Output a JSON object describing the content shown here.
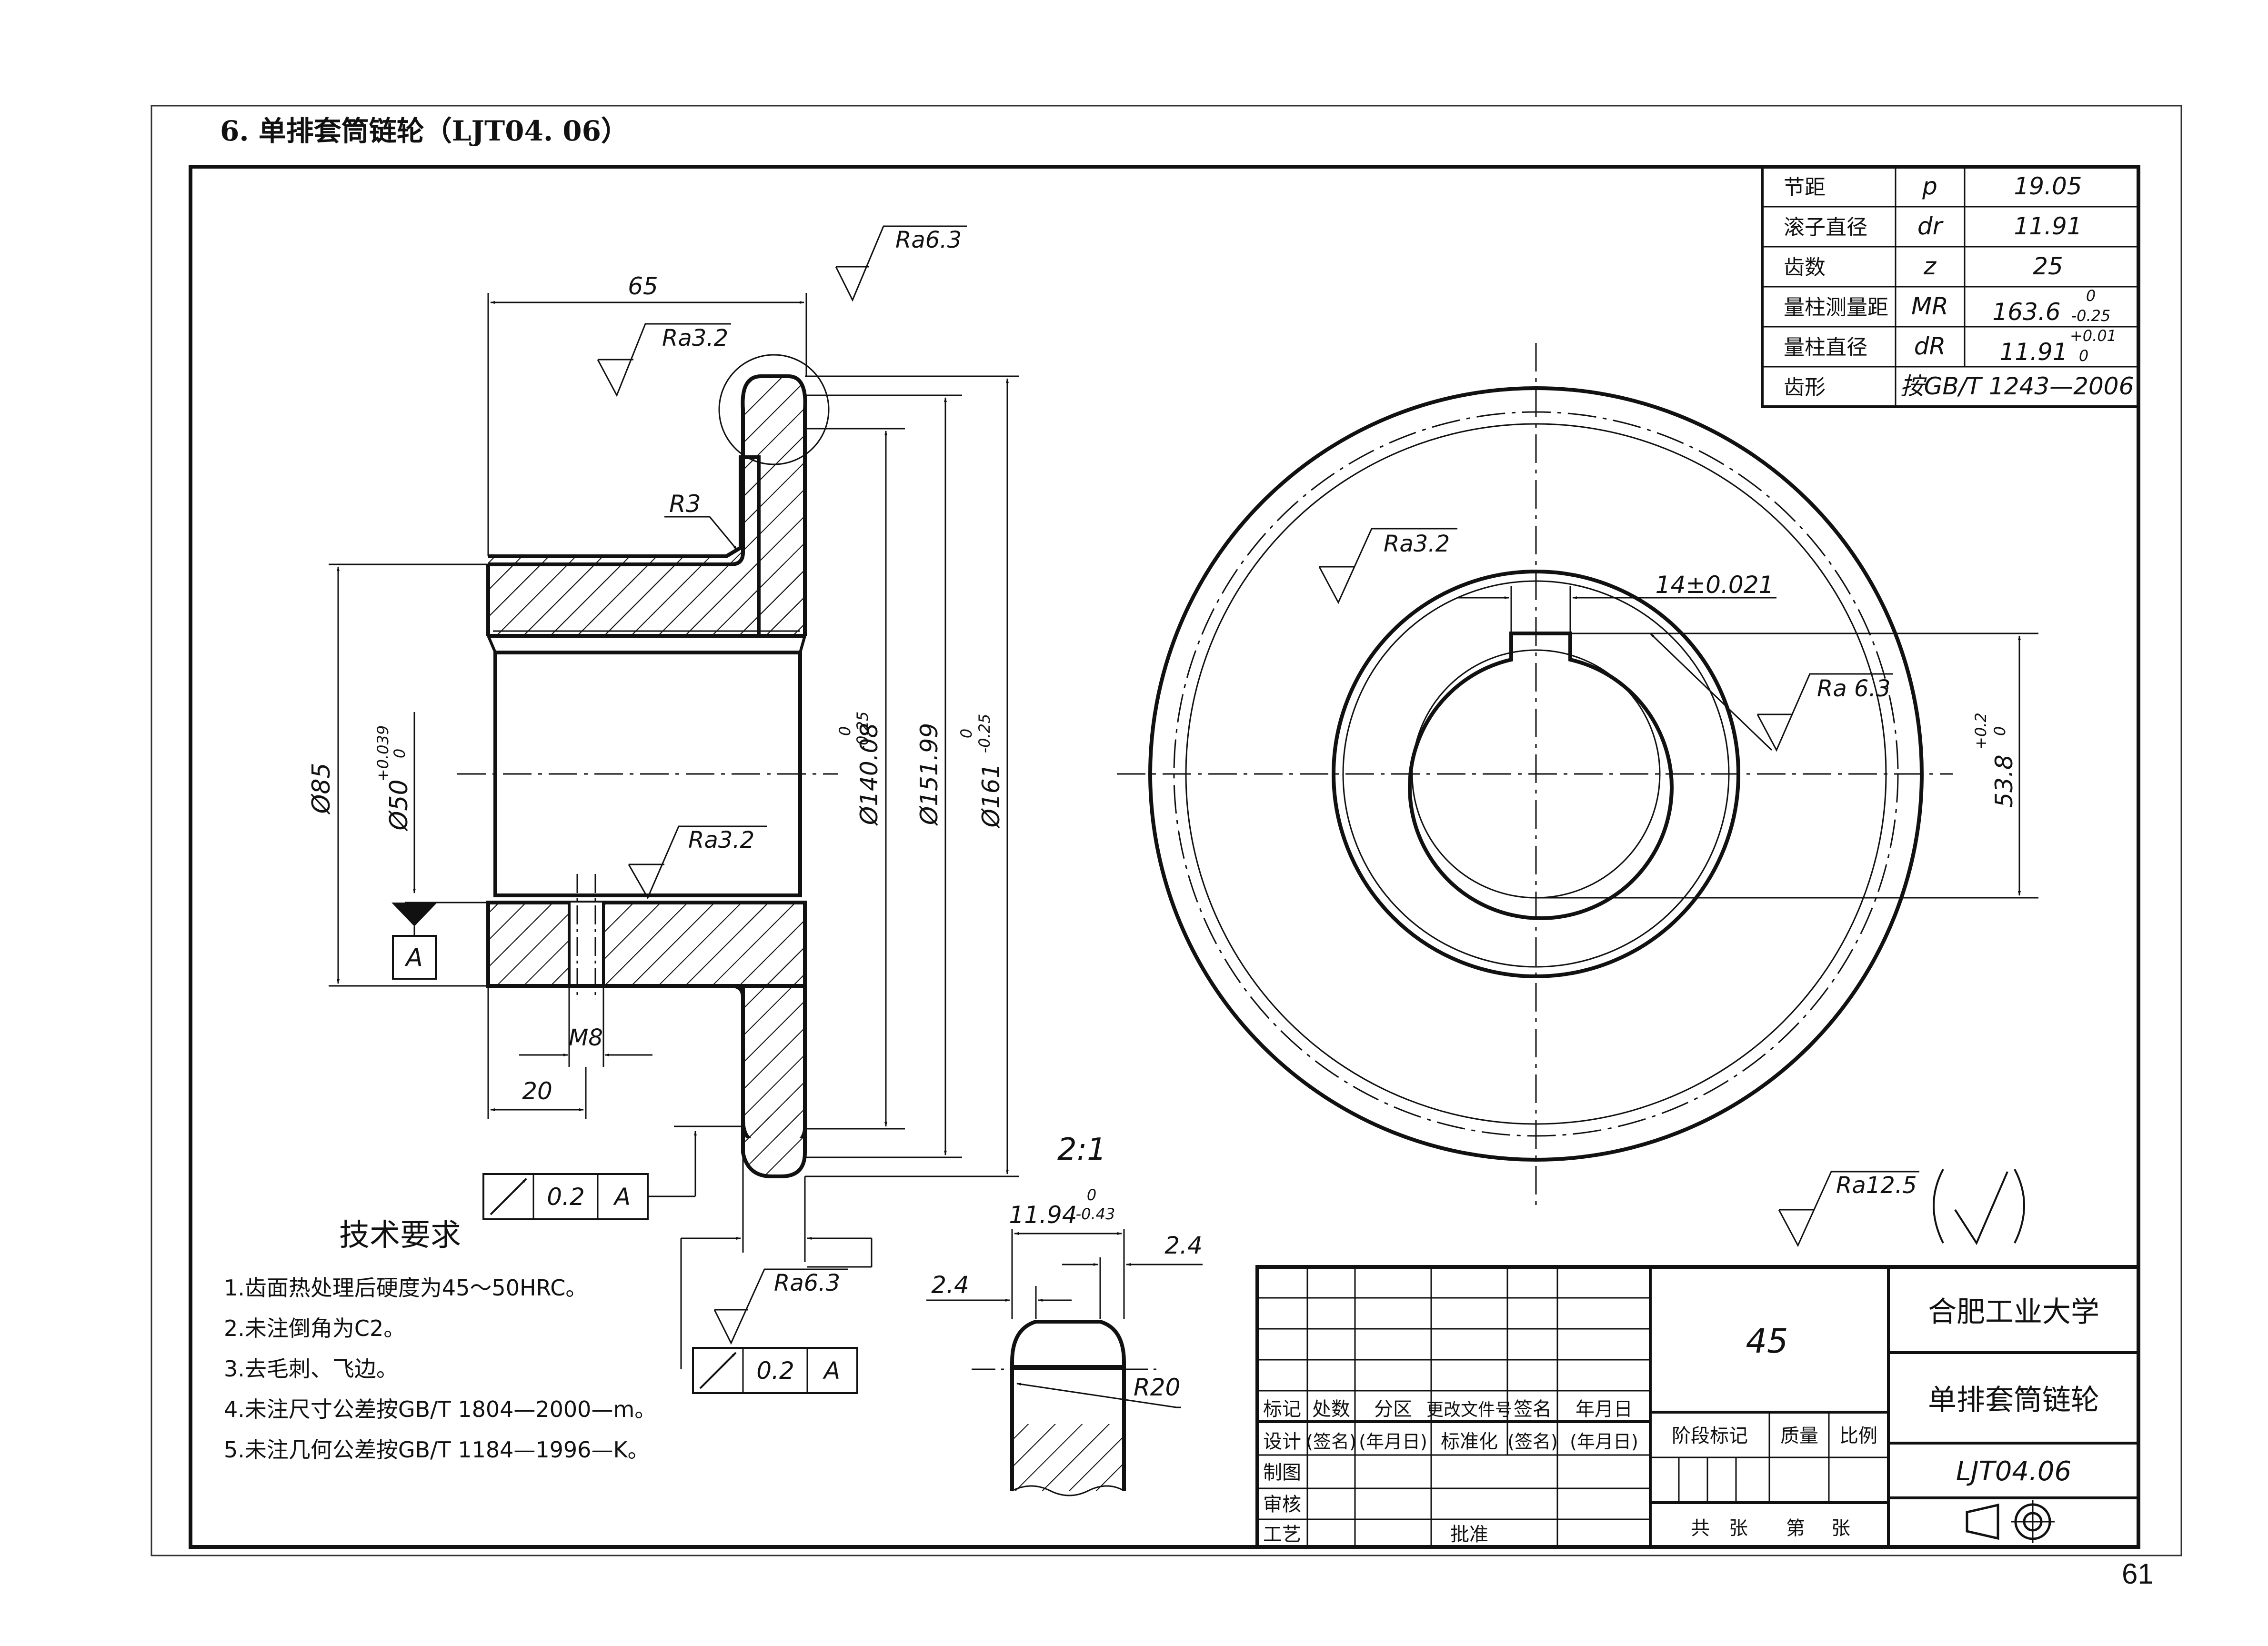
{
  "header": {
    "title": "6. 单排套筒链轮（LJT04. 06）",
    "page_number": "61"
  },
  "param_table": {
    "rows": [
      {
        "name": "节距",
        "symbol": "p",
        "value": "19.05",
        "tol_upper": "",
        "tol_lower": ""
      },
      {
        "name": "滚子直径",
        "symbol": "dr",
        "value": "11.91",
        "tol_upper": "",
        "tol_lower": ""
      },
      {
        "name": "齿数",
        "symbol": "z",
        "value": "25",
        "tol_upper": "",
        "tol_lower": ""
      },
      {
        "name": "量柱测量距",
        "symbol": "MR",
        "value": "163.6",
        "tol_upper": "0",
        "tol_lower": "-0.25"
      },
      {
        "name": "量柱直径",
        "symbol": "dR",
        "value": "11.91",
        "tol_upper": "+0.01",
        "tol_lower": "0"
      },
      {
        "name": "齿形",
        "symbol": "按GB/T 1243—2006",
        "value": "",
        "tol_upper": "",
        "tol_lower": ""
      }
    ]
  },
  "section_view": {
    "dims": {
      "d65": "65",
      "d85": "Ø85",
      "d50": "Ø50",
      "d50_tol_upper": "+0.039",
      "d50_tol_lower": "0",
      "d140": "Ø140.08",
      "d140_tol_upper": "0",
      "d140_tol_lower": "-0.25",
      "d151": "Ø151.99",
      "d161": "Ø161",
      "d161_tol_upper": "0",
      "d161_tol_lower": "-0.25",
      "r3": "R3",
      "m8": "M8",
      "d20": "20"
    },
    "roughness": {
      "top": "Ra6.3",
      "tooth": "Ra3.2",
      "bore": "Ra3.2",
      "bottom": "Ra6.3"
    },
    "datum": "A",
    "runout1": {
      "value": "0.2",
      "datum": "A"
    },
    "runout2": {
      "value": "0.2",
      "datum": "A"
    }
  },
  "front_view": {
    "keyway": "14±0.021",
    "keyway_depth": "53.8",
    "keyway_depth_tol_upper": "+0.2",
    "keyway_depth_tol_lower": "0",
    "ra_hub": "Ra3.2",
    "ra_key": "Ra 6.3"
  },
  "detail_view": {
    "scale": "2:1",
    "width": "11.94",
    "width_tol_upper": "0",
    "width_tol_lower": "-0.43",
    "chamfer_left": "2.4",
    "chamfer_right": "2.4",
    "radius": "R20"
  },
  "general_roughness": {
    "value": "Ra12.5"
  },
  "tech_requirements": {
    "heading": "技术要求",
    "items": [
      "1.齿面热处理后硬度为45～50HRC。",
      "2.未注倒角为C2。",
      "3.去毛刺、飞边。",
      "4.未注尺寸公差按GB/T 1804—2000—m。",
      "5.未注几何公差按GB/T 1184—1996—K。"
    ]
  },
  "title_block": {
    "material": "45",
    "school": "合肥工业大学",
    "part_name": "单排套筒链轮",
    "drawing_no": "LJT04.06",
    "labels": {
      "biaoji": "标记",
      "chushu": "处数",
      "fenqu": "分区",
      "gengai": "更改文件号",
      "qianming": "签名",
      "nianyueri": "年月日",
      "sheji": "设计",
      "qianming_p": "(签名)",
      "nianyueri_p": "(年月日)",
      "biaozhunhua": "标准化",
      "zhitu": "制图",
      "shenhe": "审核",
      "gongyi": "工艺",
      "pizhun": "批准",
      "jieduan": "阶段标记",
      "zhiliang": "质量",
      "bili": "比例",
      "gong": "共",
      "zhang1": "张",
      "di": "第",
      "zhang2": "张"
    }
  }
}
